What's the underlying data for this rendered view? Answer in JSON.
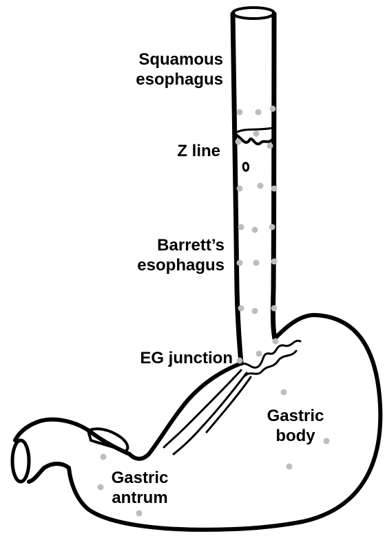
{
  "labels": {
    "squamous": [
      "Squamous",
      "esophagus"
    ],
    "zline": "Z line",
    "barretts": [
      "Barrett’s",
      "esophagus"
    ],
    "egjunction": "EG junction",
    "gastric_body": [
      "Gastric",
      "body"
    ],
    "gastric_antrum": [
      "Gastric",
      "antrum"
    ]
  },
  "colors": {
    "outline": "#000000",
    "sample_dot": "#bdbdbd",
    "background": "#ffffff"
  }
}
